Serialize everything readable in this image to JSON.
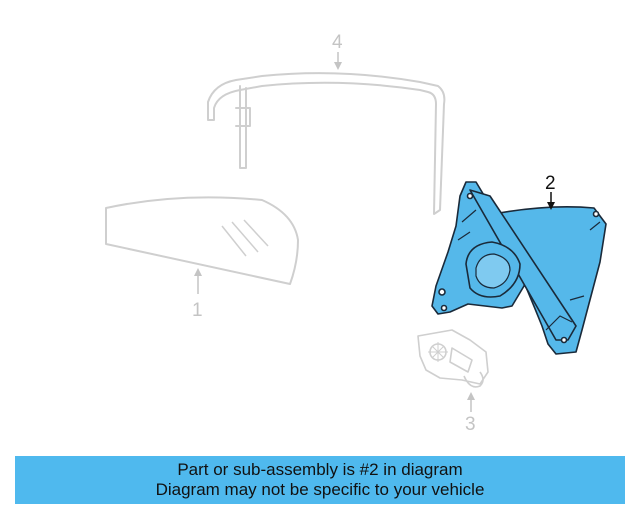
{
  "callouts": {
    "part_1": "1",
    "part_2": "2",
    "part_3": "3",
    "part_4": "4"
  },
  "highlighted_part": "2",
  "colors": {
    "highlight_fill": "#55b8ea",
    "outline_dark": "#1a2a3a",
    "outline_muted": "#cfcfcf",
    "banner": "#4fb9ee"
  },
  "banner": {
    "line1": "Part or sub-assembly is #2 in diagram",
    "line2": "Diagram may not be specific to your vehicle"
  }
}
